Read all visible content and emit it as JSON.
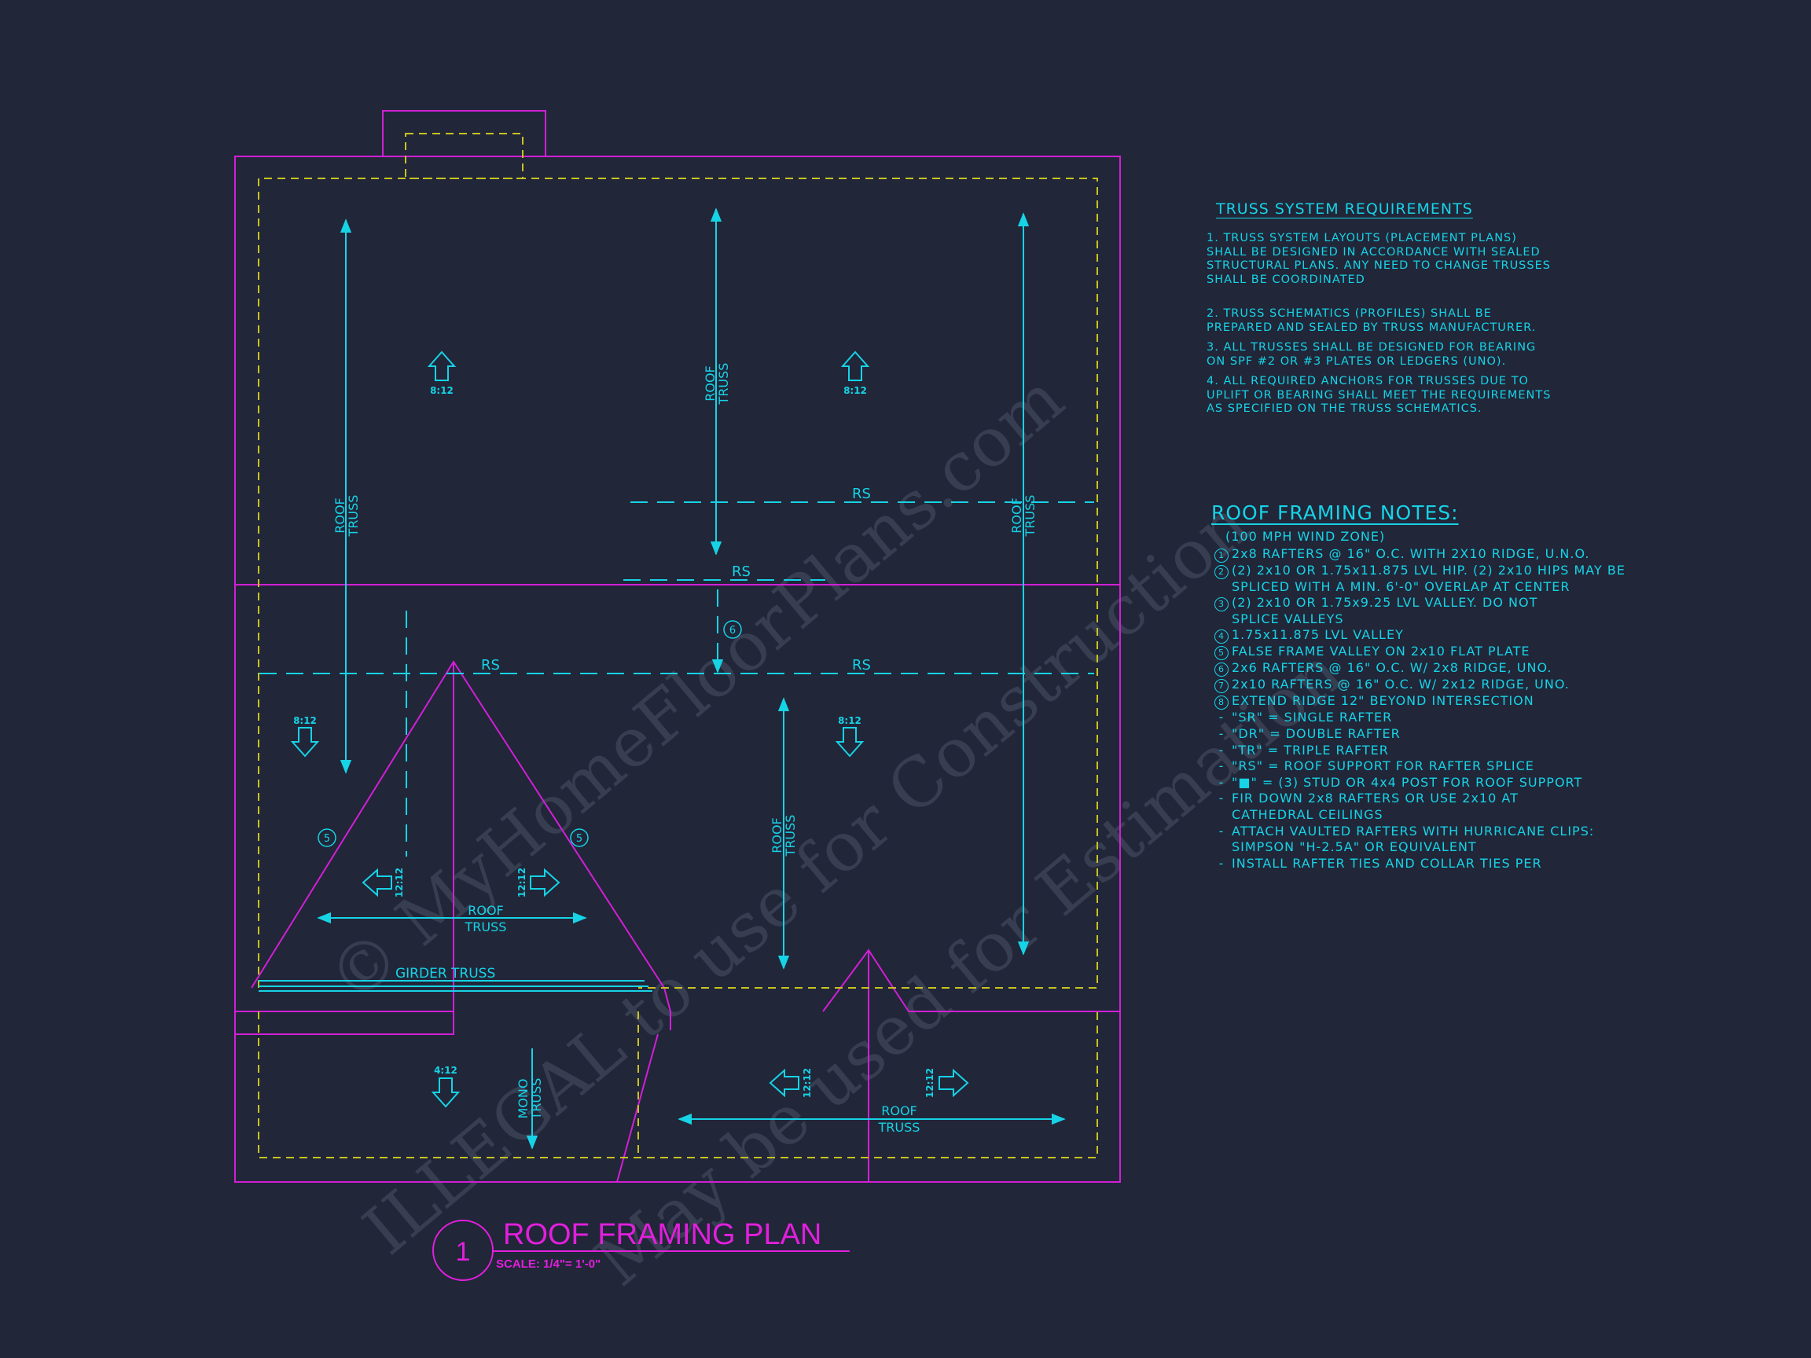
{
  "plan": {
    "title": "ROOF FRAMING PLAN",
    "scale": "SCALE: 1/4\"= 1'-0\"",
    "detail_number": "1",
    "labels": {
      "roof_truss_line1": "ROOF",
      "roof_truss_line2": "TRUSS",
      "mono_line1": "MONO",
      "mono_line2": "TRUSS",
      "rs": "RS",
      "girder_truss": "GIRDER TRUSS",
      "pitch_8_12": "8:12",
      "pitch_12_12": "12:12",
      "pitch_4_12": "4:12",
      "callout_5": "5",
      "callout_6": "6"
    }
  },
  "watermark": {
    "line1": "© MyHomeFloorPlans.com",
    "line2": "ILLEGAL to use for Construction",
    "line3": "May be used for Estimation"
  },
  "truss_requirements": {
    "heading": "TRUSS SYSTEM REQUIREMENTS",
    "items": [
      "1. TRUSS SYSTEM LAYOUTS (PLACEMENT PLANS) SHALL BE DESIGNED IN ACCORDANCE WITH SEALED STRUCTURAL PLANS. ANY NEED TO CHANGE TRUSSES SHALL BE COORDINATED",
      "2. TRUSS SCHEMATICS (PROFILES) SHALL BE PREPARED AND SEALED BY TRUSS MANUFACTURER.",
      "3. ALL TRUSSES SHALL BE DESIGNED FOR BEARING ON SPF #2 OR #3 PLATES OR LEDGERS (UNO).",
      "4. ALL REQUIRED ANCHORS FOR TRUSSES DUE TO UPLIFT OR BEARING SHALL MEET THE REQUIREMENTS AS SPECIFIED ON THE TRUSS SCHEMATICS."
    ]
  },
  "framing_notes": {
    "heading": "ROOF FRAMING NOTES:",
    "subheading": "(100 MPH WIND ZONE)",
    "numbered": [
      {
        "num": "1",
        "text": "2x8 RAFTERS @ 16\" O.C. WITH 2X10 RIDGE, U.N.O."
      },
      {
        "num": "2",
        "text": "(2) 2x10 OR 1.75x11.875 LVL HIP. (2) 2x10 HIPS MAY BE SPLICED WITH A MIN. 6'-0\" OVERLAP AT CENTER"
      },
      {
        "num": "3",
        "text": "(2) 2x10 OR 1.75x9.25 LVL VALLEY. DO NOT SPLICE VALLEYS"
      },
      {
        "num": "4",
        "text": "1.75x11.875 LVL VALLEY"
      },
      {
        "num": "5",
        "text": "FALSE FRAME VALLEY ON 2x10 FLAT PLATE"
      },
      {
        "num": "6",
        "text": "2x6 RAFTERS @ 16\" O.C. W/ 2x8 RIDGE, UNO."
      },
      {
        "num": "7",
        "text": "2x10 RAFTERS @ 16\" O.C. W/ 2x12 RIDGE, UNO."
      },
      {
        "num": "8",
        "text": "EXTEND RIDGE 12\" BEYOND INTERSECTION"
      }
    ],
    "bullets": [
      "\"SR\" = SINGLE RAFTER",
      "\"DR\" = DOUBLE RAFTER",
      "\"TR\" = TRIPLE RAFTER",
      "\"RS\" = ROOF SUPPORT FOR RAFTER SPLICE",
      "\"■\" = (3) STUD OR 4x4 POST FOR ROOF SUPPORT",
      "FIR DOWN 2x8 RAFTERS OR USE 2x10 AT CATHEDRAL CEILINGS",
      "ATTACH VAULTED RAFTERS WITH HURRICANE CLIPS: SIMPSON \"H-2.5A\" OR EQUIVALENT",
      "INSTALL RAFTER TIES AND COLLAR TIES PER"
    ]
  },
  "colors": {
    "background": "#212639",
    "roof_outline": "#d21fd6",
    "wall_dashed": "#c9c31f",
    "annotation": "#17d3e6",
    "title": "#e21fdc",
    "watermark": "#3b4154"
  }
}
